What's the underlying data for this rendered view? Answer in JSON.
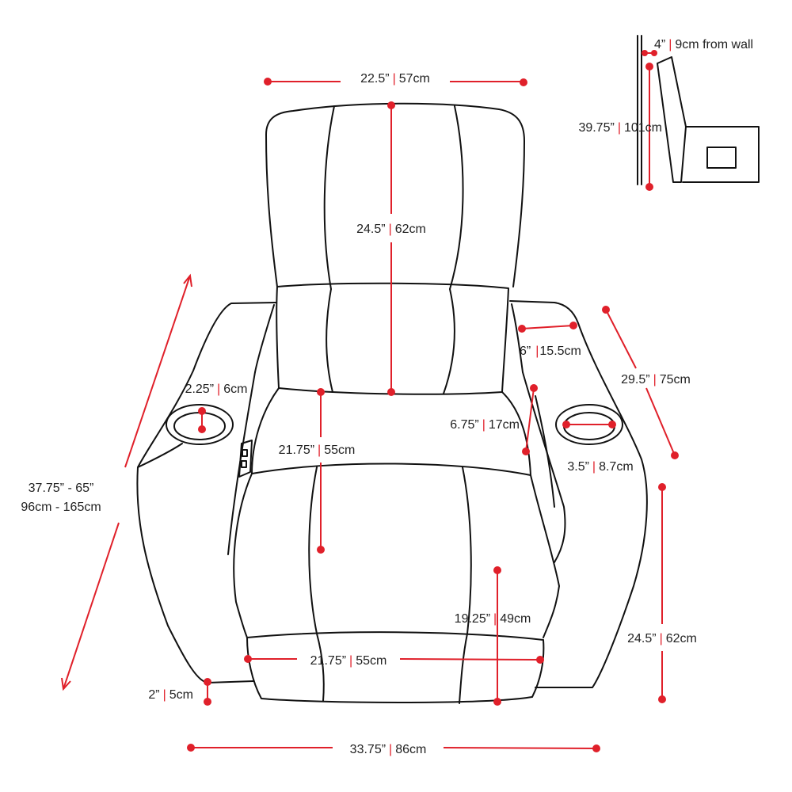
{
  "colors": {
    "dimension": "#e0202a",
    "outline": "#111111",
    "text": "#222222"
  },
  "dimensions": {
    "headrest_width": {
      "imperial": "22.5”",
      "metric": "57cm"
    },
    "back_height": {
      "imperial": "24.5”",
      "metric": "62cm"
    },
    "wall_clearance": {
      "imperial": "4”",
      "metric": "9cm from wall"
    },
    "side_height": {
      "imperial": "39.75”",
      "metric": "101cm"
    },
    "cupholder_depth": {
      "imperial": "2.25”",
      "metric": "6cm"
    },
    "armrest_top_width": {
      "imperial": "6”",
      "metric": "15.5cm"
    },
    "arm_length": {
      "imperial": "29.5”",
      "metric": "75cm"
    },
    "armrest_gap": {
      "imperial": "6.75”",
      "metric": "17cm"
    },
    "cupholder_diameter": {
      "imperial": "3.5”",
      "metric": "8.7cm"
    },
    "seat_depth": {
      "imperial": "21.75”",
      "metric": "55cm"
    },
    "overall_depth_line1": "37.75” - 65”",
    "overall_depth_line2": "96cm - 165cm",
    "seat_height": {
      "imperial": "19.25”",
      "metric": "49cm"
    },
    "seat_width": {
      "imperial": "21.75”",
      "metric": "55cm"
    },
    "arm_height": {
      "imperial": "24.5”",
      "metric": "62cm"
    },
    "floor_clearance": {
      "imperial": "2”",
      "metric": "5cm"
    },
    "overall_width": {
      "imperial": "33.75”",
      "metric": "86cm"
    }
  },
  "separator": "|"
}
